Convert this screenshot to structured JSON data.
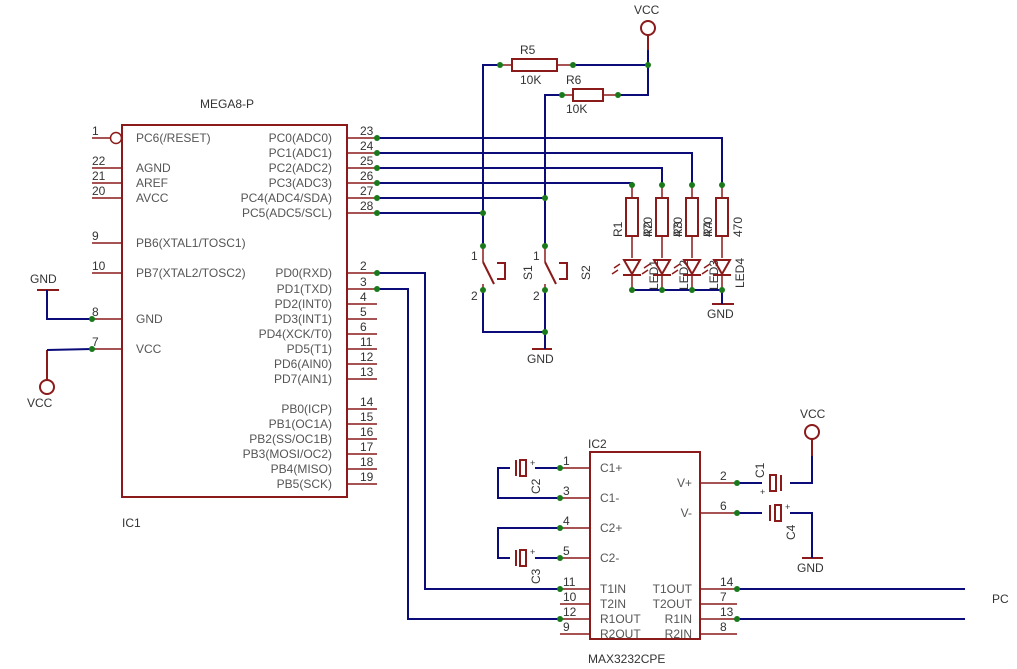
{
  "ic1": {
    "ref": "IC1",
    "value": "MEGA8-P",
    "left_pins": [
      {
        "num": "1",
        "name": "PC6(/RESET)"
      },
      {
        "num": "22",
        "name": "AGND"
      },
      {
        "num": "21",
        "name": "AREF"
      },
      {
        "num": "20",
        "name": "AVCC"
      },
      {
        "num": "9",
        "name": "PB6(XTAL1/TOSC1)"
      },
      {
        "num": "10",
        "name": "PB7(XTAL2/TOSC2)"
      },
      {
        "num": "8",
        "name": "GND"
      },
      {
        "num": "7",
        "name": "VCC"
      }
    ],
    "right_pins": [
      {
        "num": "23",
        "name": "PC0(ADC0)"
      },
      {
        "num": "24",
        "name": "PC1(ADC1)"
      },
      {
        "num": "25",
        "name": "PC2(ADC2)"
      },
      {
        "num": "26",
        "name": "PC3(ADC3)"
      },
      {
        "num": "27",
        "name": "PC4(ADC4/SDA)"
      },
      {
        "num": "28",
        "name": "PC5(ADC5/SCL)"
      },
      {
        "num": "2",
        "name": "PD0(RXD)"
      },
      {
        "num": "3",
        "name": "PD1(TXD)"
      },
      {
        "num": "4",
        "name": "PD2(INT0)"
      },
      {
        "num": "5",
        "name": "PD3(INT1)"
      },
      {
        "num": "6",
        "name": "PD4(XCK/T0)"
      },
      {
        "num": "11",
        "name": "PD5(T1)"
      },
      {
        "num": "12",
        "name": "PD6(AIN0)"
      },
      {
        "num": "13",
        "name": "PD7(AIN1)"
      },
      {
        "num": "14",
        "name": "PB0(ICP)"
      },
      {
        "num": "15",
        "name": "PB1(OC1A)"
      },
      {
        "num": "16",
        "name": "PB2(SS/OC1B)"
      },
      {
        "num": "17",
        "name": "PB3(MOSI/OC2)"
      },
      {
        "num": "18",
        "name": "PB4(MISO)"
      },
      {
        "num": "19",
        "name": "PB5(SCK)"
      }
    ]
  },
  "ic2": {
    "ref": "IC2",
    "value": "MAX3232CPE",
    "left_pins": [
      {
        "num": "1",
        "name": "C1+"
      },
      {
        "num": "3",
        "name": "C1-"
      },
      {
        "num": "4",
        "name": "C2+"
      },
      {
        "num": "5",
        "name": "C2-"
      },
      {
        "num": "11",
        "name": "T1IN"
      },
      {
        "num": "10",
        "name": "T2IN"
      },
      {
        "num": "12",
        "name": "R1OUT"
      },
      {
        "num": "9",
        "name": "R2OUT"
      }
    ],
    "right_pins": [
      {
        "num": "2",
        "name": "V+"
      },
      {
        "num": "6",
        "name": "V-"
      },
      {
        "num": "14",
        "name": "T1OUT"
      },
      {
        "num": "7",
        "name": "T2OUT"
      },
      {
        "num": "13",
        "name": "R1IN"
      },
      {
        "num": "8",
        "name": "R2IN"
      }
    ]
  },
  "resistors": {
    "r5": {
      "ref": "R5",
      "value": "10K"
    },
    "r6": {
      "ref": "R6",
      "value": "10K"
    },
    "r1": {
      "ref": "R1",
      "value": "470"
    },
    "r2": {
      "ref": "R2",
      "value": "470"
    },
    "r3": {
      "ref": "R3",
      "value": "470"
    },
    "r4": {
      "ref": "R4",
      "value": "470"
    }
  },
  "leds": [
    "LED1",
    "LED2",
    "LED3",
    "LED4"
  ],
  "switches": [
    {
      "ref": "S1",
      "pin_top": "1",
      "pin_bottom": "2"
    },
    {
      "ref": "S2",
      "pin_top": "1",
      "pin_bottom": "2"
    }
  ],
  "capacitors": [
    "C1",
    "C2",
    "C3",
    "C4"
  ],
  "supplies": {
    "vcc": "VCC",
    "gnd": "GND"
  },
  "connector_label": "PC"
}
